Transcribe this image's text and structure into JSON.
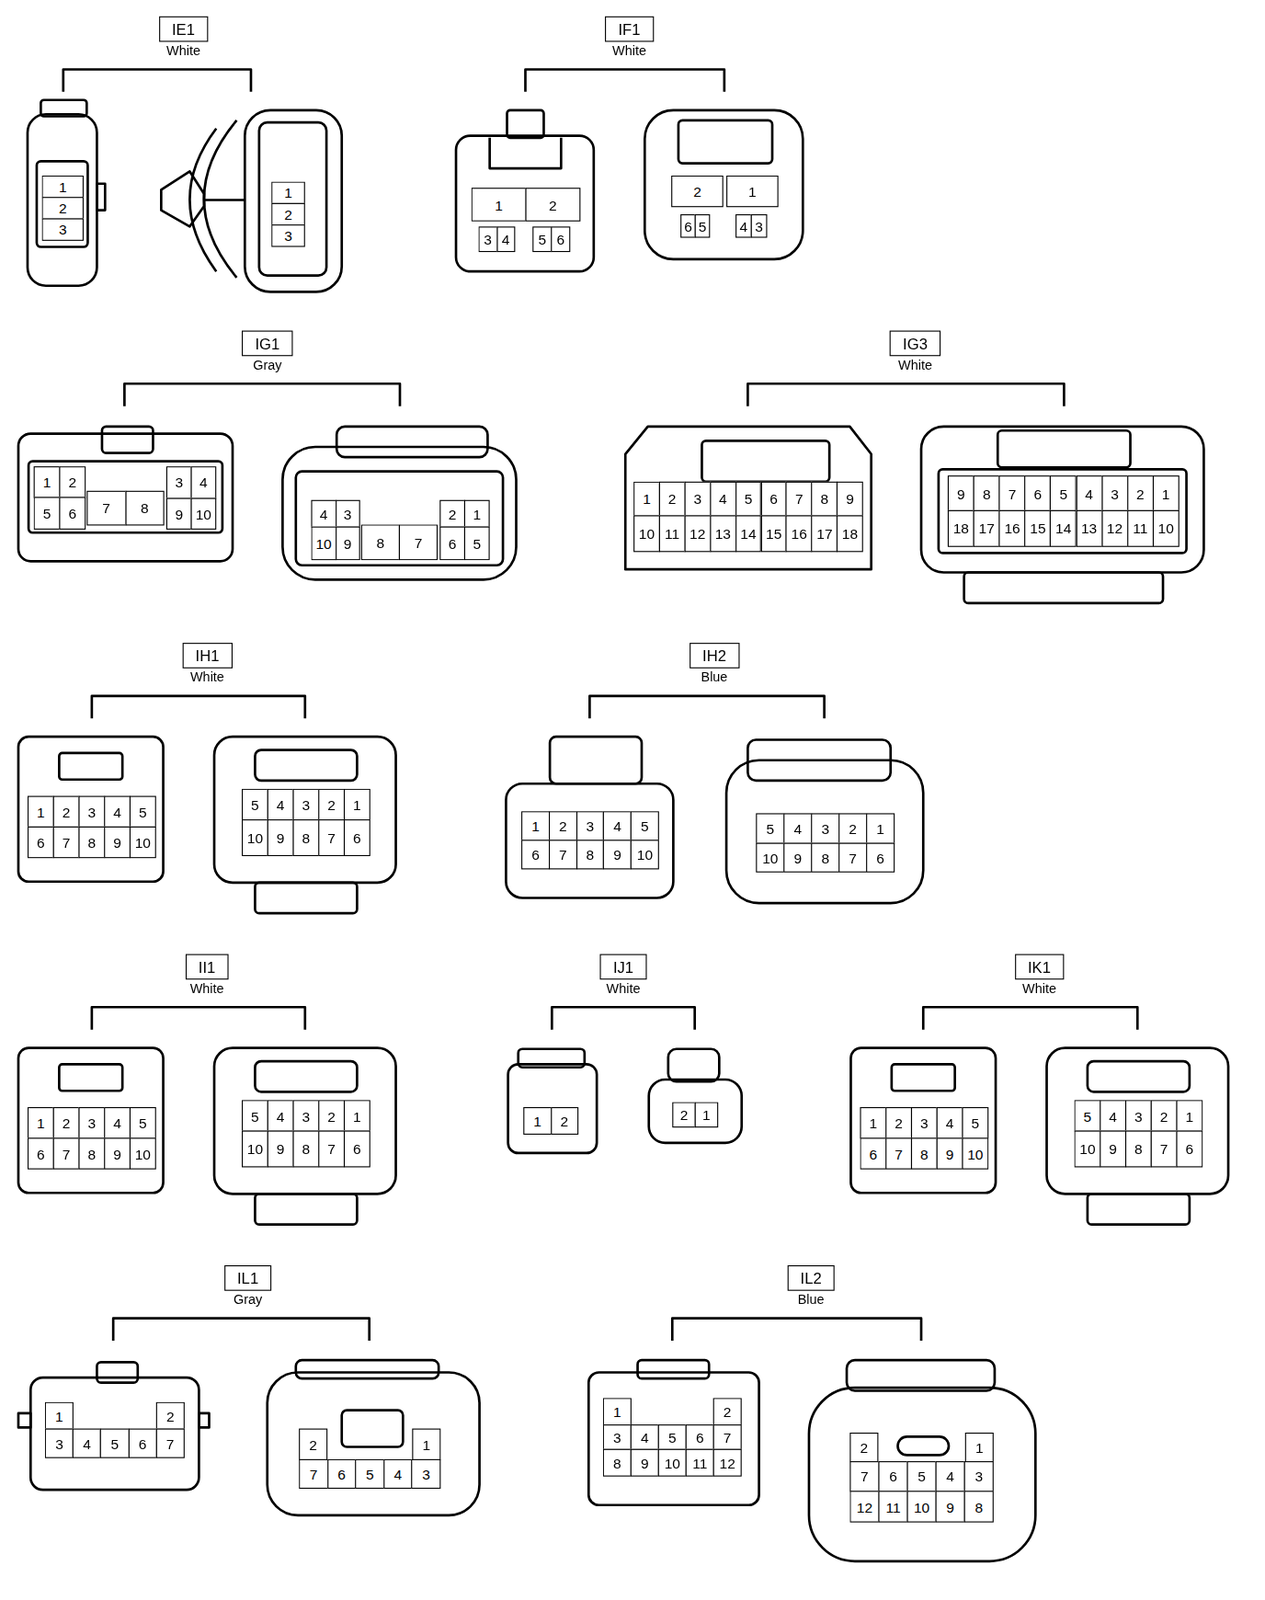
{
  "diagram": {
    "nodes": [
      {
        "text": [
          "IE1",
          "White"
        ]
      },
      {
        "text": [
          "IF1",
          "White"
        ]
      },
      {
        "text": [
          "IG1",
          "Gray"
        ]
      },
      {
        "text": [
          "IG3",
          "White"
        ]
      },
      {
        "text": [
          "IH1",
          "White"
        ]
      },
      {
        "text": [
          "IH2",
          "Blue"
        ]
      },
      {
        "text": [
          "II1",
          "White"
        ]
      },
      {
        "text": [
          "IJ1",
          "White"
        ]
      },
      {
        "text": [
          "IK1",
          "White"
        ]
      },
      {
        "text": [
          "IL1",
          "Gray"
        ]
      },
      {
        "text": [
          "IL2",
          "Blue"
        ]
      }
    ],
    "edges": [],
    "labels": [
      "1",
      "2",
      "3",
      "1",
      "2",
      "3",
      "1",
      "2",
      "3",
      "4",
      "5",
      "6",
      "2",
      "1",
      "6",
      "5",
      "4",
      "3",
      "1",
      "2",
      "3",
      "4",
      "5",
      "6",
      "7",
      "8",
      "9",
      "10",
      "4",
      "3",
      "2",
      "1",
      "10",
      "9",
      "8",
      "7",
      "6",
      "5",
      "1",
      "2",
      "3",
      "4",
      "5",
      "6",
      "7",
      "8",
      "9",
      "10",
      "11",
      "12",
      "13",
      "14",
      "15",
      "16",
      "17",
      "18",
      "9",
      "8",
      "7",
      "6",
      "5",
      "4",
      "3",
      "2",
      "1",
      "18",
      "17",
      "16",
      "15",
      "14",
      "13",
      "12",
      "11",
      "10",
      "1",
      "2",
      "3",
      "4",
      "5",
      "6",
      "7",
      "8",
      "9",
      "10",
      "5",
      "4",
      "3",
      "2",
      "1",
      "10",
      "9",
      "8",
      "7",
      "6",
      "1",
      "2",
      "3",
      "4",
      "5",
      "6",
      "7",
      "8",
      "9",
      "10",
      "5",
      "4",
      "3",
      "2",
      "1",
      "10",
      "9",
      "8",
      "7",
      "6",
      "1",
      "2",
      "3",
      "4",
      "5",
      "6",
      "7",
      "8",
      "9",
      "10",
      "5",
      "4",
      "3",
      "2",
      "1",
      "10",
      "9",
      "8",
      "7",
      "6",
      "1",
      "2",
      "2",
      "1",
      "1",
      "2",
      "3",
      "4",
      "5",
      "6",
      "7",
      "8",
      "9",
      "10",
      "5",
      "4",
      "3",
      "2",
      "1",
      "10",
      "9",
      "8",
      "7",
      "6",
      "1",
      "2",
      "3",
      "4",
      "5",
      "6",
      "7",
      "2",
      "1",
      "7",
      "6",
      "5",
      "4",
      "3",
      "1",
      "2",
      "3",
      "4",
      "5",
      "6",
      "7",
      "8",
      "9",
      "10",
      "11",
      "12",
      "2",
      "1",
      "7",
      "6",
      "5",
      "4",
      "3",
      "12",
      "11",
      "10",
      "9",
      "8"
    ]
  }
}
